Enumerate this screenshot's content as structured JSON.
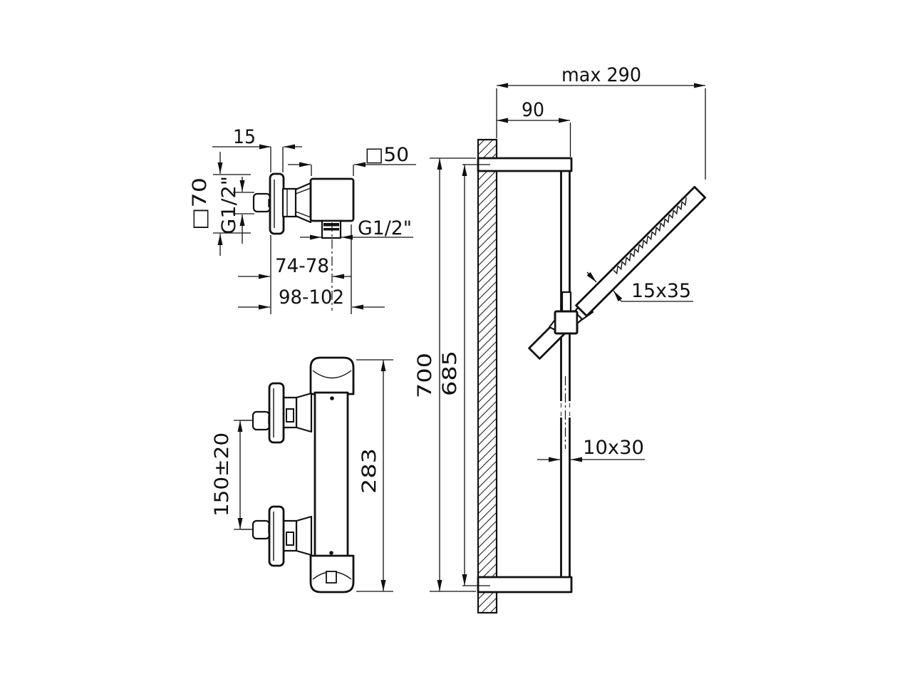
{
  "page": {
    "background": "#ffffff",
    "line_color": "#111111"
  },
  "views": {
    "outlet_elbow": {
      "dims": {
        "flange_thickness": "15",
        "body_square": "□50",
        "flange_square": "□70",
        "inlet_thread": "G1/2\"",
        "outlet_thread": "G1/2\"",
        "outlet_offset": "74-78",
        "overall_depth": "98-102"
      }
    },
    "mixer": {
      "dims": {
        "inlet_spacing": "150±20",
        "overall_height": "283"
      }
    },
    "rail": {
      "dims": {
        "max_reach": "max 290",
        "arm_length": "90",
        "overall_height": "700",
        "fixing_height": "685",
        "handle_section": "15x35",
        "rail_section": "10x30"
      }
    }
  }
}
